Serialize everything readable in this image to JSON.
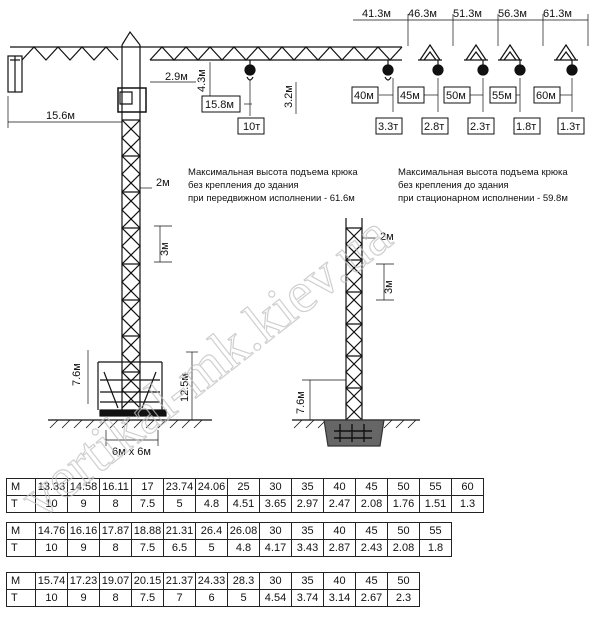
{
  "dimensions": {
    "jib_radii": [
      "41.3м",
      "46.3м",
      "51.3м",
      "56.3м",
      "61.3м"
    ],
    "counter_jib": "15.6м",
    "offset_small": "2.9м",
    "offset_vertical": "4.3м",
    "hook_radius": "15.8м",
    "hook_drop": "3.2м",
    "max_load": "10т",
    "end_radii": [
      "40м",
      "45м",
      "50м",
      "55м",
      "60м"
    ],
    "end_loads": [
      "3.3т",
      "2.8т",
      "2.3т",
      "1.8т",
      "1.3т"
    ],
    "mobile_section_width": "2м",
    "mobile_section_height": "3м",
    "mobile_base_height": "7.6м",
    "mobile_ballast_height": "12.5м",
    "mobile_base_size": "6м x 6м",
    "static_section_width": "2м",
    "static_section_height": "3м",
    "static_base_height": "7.6м"
  },
  "notes": {
    "mobile": [
      "Максимальная высота подъема крюка",
      "без крепления до здания",
      "при передвижном исполнении - 61.6м"
    ],
    "static": [
      "Максимальная высота подъема крюка",
      "без крепления до здания",
      "при стационарном исполнении - 59.8м"
    ]
  },
  "watermark": "vertikal-mk.kiev.ua",
  "load_tables": [
    {
      "row_labels": [
        "М",
        "Т"
      ],
      "m": [
        "13.33",
        "14.58",
        "16.11",
        "17",
        "23.74",
        "24.06",
        "25",
        "30",
        "35",
        "40",
        "45",
        "50",
        "55",
        "60"
      ],
      "t": [
        "10",
        "9",
        "8",
        "7.5",
        "5",
        "4.8",
        "4.51",
        "3.65",
        "2.97",
        "2.47",
        "2.08",
        "1.76",
        "1.51",
        "1.3"
      ]
    },
    {
      "row_labels": [
        "М",
        "Т"
      ],
      "m": [
        "14.76",
        "16.16",
        "17.87",
        "18.88",
        "21.31",
        "26.4",
        "26.08",
        "30",
        "35",
        "40",
        "45",
        "50",
        "55"
      ],
      "t": [
        "10",
        "9",
        "8",
        "7.5",
        "6.5",
        "5",
        "4.8",
        "4.17",
        "3.43",
        "2.87",
        "2.43",
        "2.08",
        "1.8"
      ]
    },
    {
      "row_labels": [
        "М",
        "Т"
      ],
      "m": [
        "15.74",
        "17.23",
        "19.07",
        "20.15",
        "21.37",
        "24.33",
        "28.3",
        "30",
        "35",
        "40",
        "45",
        "50"
      ],
      "t": [
        "10",
        "9",
        "8",
        "7.5",
        "7",
        "6",
        "5",
        "4.54",
        "3.74",
        "3.14",
        "2.67",
        "2.3"
      ]
    }
  ]
}
